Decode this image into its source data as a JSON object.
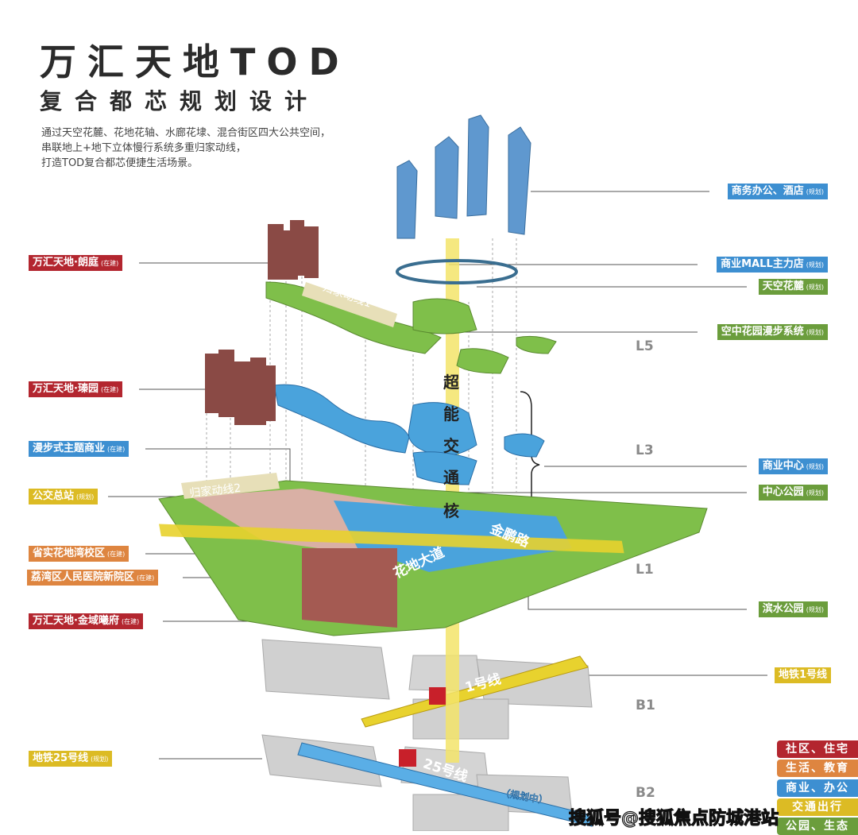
{
  "title": {
    "line1": "万汇天地TOD",
    "line2": "复合都芯规划设计"
  },
  "intro": [
    "通过天空花麓、花地花轴、水廊花埭、混合街区四大公共空间，",
    "串联地上+地下立体慢行系统多重归家动线，",
    "打造TOD复合都芯便捷生活场景。"
  ],
  "left_labels": [
    {
      "text": "万汇天地·朗庭",
      "status": "(在建)",
      "category": "社区、住宅"
    },
    {
      "text": "万汇天地·瑧园",
      "status": "(在建)",
      "category": "社区、住宅"
    },
    {
      "text": "漫步式主题商业",
      "status": "(在建)",
      "category": "商业、办公"
    },
    {
      "text": "公交总站",
      "status": "(规划)",
      "category": "交通出行"
    },
    {
      "text": "省实花地湾校区",
      "status": "(在建)",
      "category": "生活、教育"
    },
    {
      "text": "荔湾区人民医院新院区",
      "status": "(在建)",
      "category": "生活、教育"
    },
    {
      "text": "万汇天地·金域曦府",
      "status": "(在建)",
      "category": "社区、住宅"
    },
    {
      "text": "地铁25号线",
      "status": "(规划)",
      "category": "交通出行"
    }
  ],
  "right_labels": [
    {
      "text": "商务办公、酒店",
      "status": "(规划)"
    },
    {
      "text": "商业MALL主力店",
      "status": "(规划)"
    },
    {
      "text": "天空花麓",
      "status": "(规划)"
    },
    {
      "text": "空中花园漫步系统",
      "status": "(规划)"
    },
    {
      "text": "商业中心",
      "status": "(规划)"
    },
    {
      "text": "中心公园",
      "status": "(规划)"
    },
    {
      "text": "滨水公园",
      "status": "(规划)"
    },
    {
      "text": "地铁1号线",
      "status": ""
    }
  ],
  "levels": [
    "L5",
    "L3",
    "L1",
    "B1",
    "B2"
  ],
  "diagram_text": {
    "core": [
      "超",
      "能",
      "交",
      "通",
      "核"
    ],
    "route1": "归家动线1",
    "route2": "归家动线2",
    "road1": "花地大道",
    "road2": "金鹏路",
    "metro1": "1号线",
    "metro25": "25号线",
    "metro25_note": "（规划中）"
  },
  "legend": [
    {
      "label": "社区、住宅",
      "color": "#b3262f"
    },
    {
      "label": "生活、教育",
      "color": "#de8540"
    },
    {
      "label": "商业、办公",
      "color": "#3d8fd1"
    },
    {
      "label": "交通出行",
      "color": "#dcbb24"
    },
    {
      "label": "公园、生态",
      "color": "#6b9d3c"
    }
  ],
  "watermark": "搜狐号@搜狐焦点防城港站"
}
